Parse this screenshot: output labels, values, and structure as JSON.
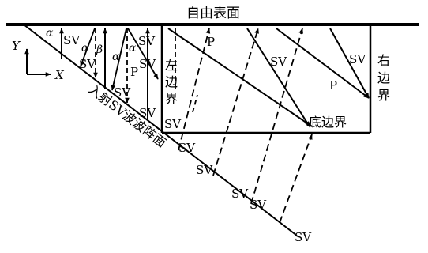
{
  "labels": {
    "free_surface": "自由表面",
    "left_boundary": [
      "左",
      "边",
      "界"
    ],
    "right_boundary": [
      "右",
      "边",
      "界"
    ],
    "bottom_boundary": "底边界",
    "incident_front": "入射SV波波阵面",
    "axis_y": "Y",
    "axis_x": "X",
    "wave_sv": "SV",
    "wave_p": "P",
    "angle_alpha": "α",
    "angle_beta": "β"
  }
}
